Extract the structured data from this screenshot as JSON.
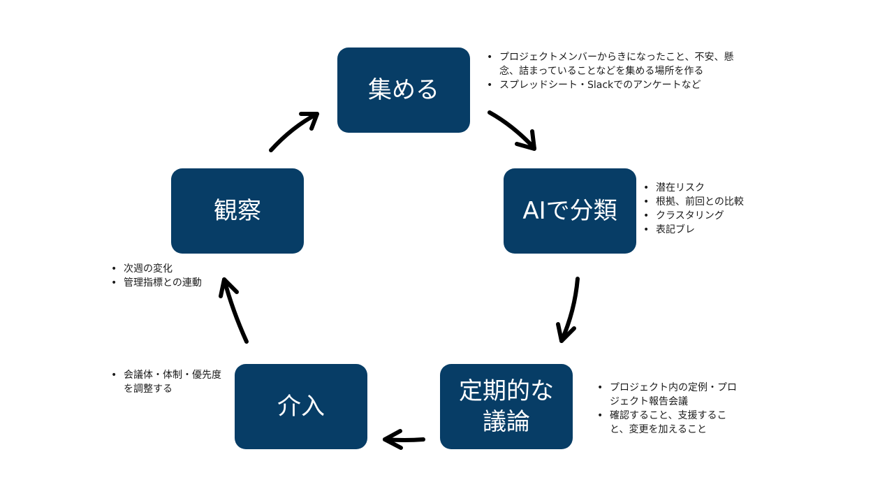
{
  "nodes": {
    "collect": {
      "label": "集める"
    },
    "classify": {
      "label": "AIで分類"
    },
    "discuss": {
      "line1": "定期的な",
      "line2": "議論"
    },
    "intervene": {
      "label": "介入"
    },
    "observe": {
      "label": "観察"
    }
  },
  "notes": {
    "collect": [
      "プロジェクトメンバーからきになったこと、不安、懸念、詰まっていることなどを集める場所を作る",
      "スプレッドシート・Slackでのアンケートなど"
    ],
    "classify": [
      "潜在リスク",
      "根拠、前回との比較",
      "クラスタリング",
      "表記ブレ"
    ],
    "discuss": [
      "プロジェクト内の定例・プロジェクト報告会議",
      "確認すること、支援すること、変更を加えること"
    ],
    "intervene": [
      "会議体・体制・優先度を調整する"
    ],
    "observe": [
      "次週の変化",
      "管理指標との連動"
    ]
  },
  "colors": {
    "node_fill": "#073d66",
    "node_text": "#ffffff",
    "arrow": "#000000"
  }
}
